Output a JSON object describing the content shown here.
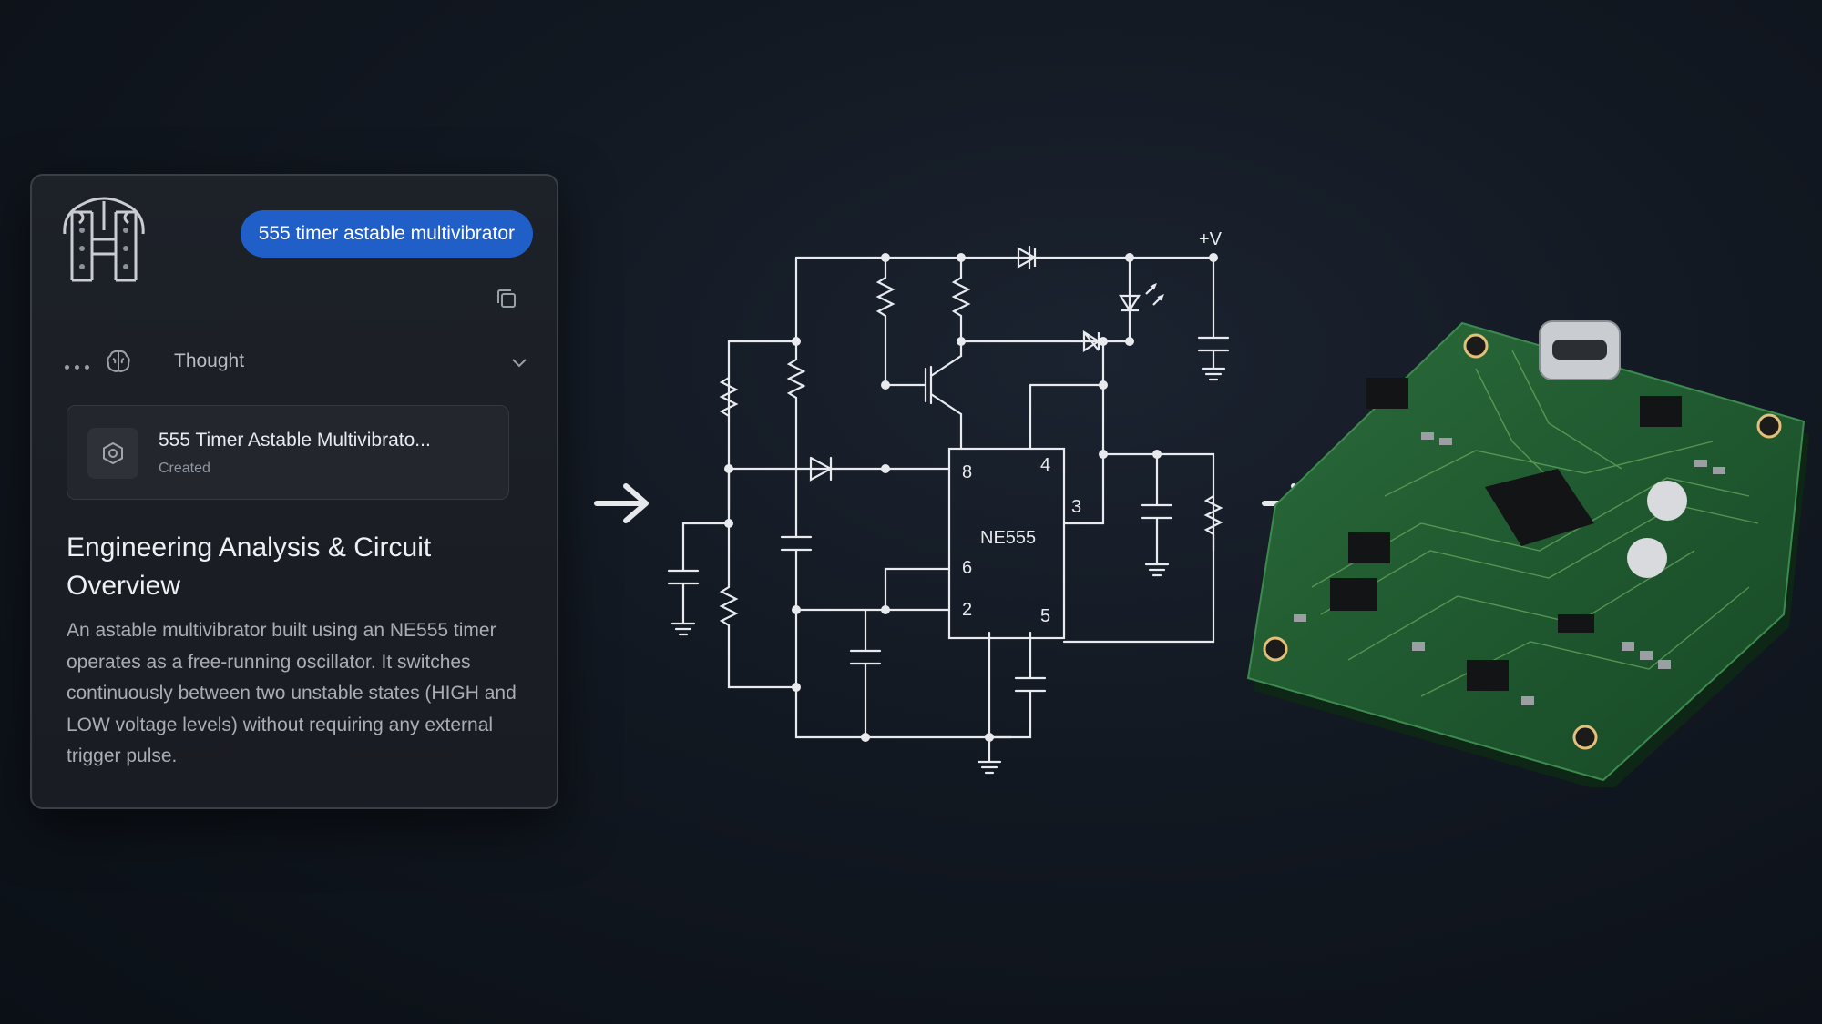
{
  "panel": {
    "prompt_chip": "555 timer astable multivibrator",
    "thought_label": "Thought",
    "artifact": {
      "title": "555 Timer Astable Multivibrato...",
      "status": "Created"
    },
    "heading": "Engineering Analysis & Circuit Overview",
    "body": "An astable multivibrator built using an NE555 timer operates as a free-running oscillator. It switches continuously between two unstable states (HIGH and LOW voltage levels) without requiring any external trigger pulse."
  },
  "schematic": {
    "ic_label": "NE555",
    "supply_label": "+V",
    "pins": {
      "p8": "8",
      "p4": "4",
      "p3": "3",
      "p6": "6",
      "p2": "2",
      "p5": "5"
    }
  },
  "icons": [
    "brand-logo-icon",
    "copy-icon",
    "brain-icon",
    "chevron-down-icon",
    "artifact-hex-icon",
    "arrow-right-icon"
  ],
  "colors": {
    "accent": "#1f5fc7",
    "background": "#121821",
    "pcb": "#1e5a2e",
    "schematic_line": "#e8eaee"
  }
}
